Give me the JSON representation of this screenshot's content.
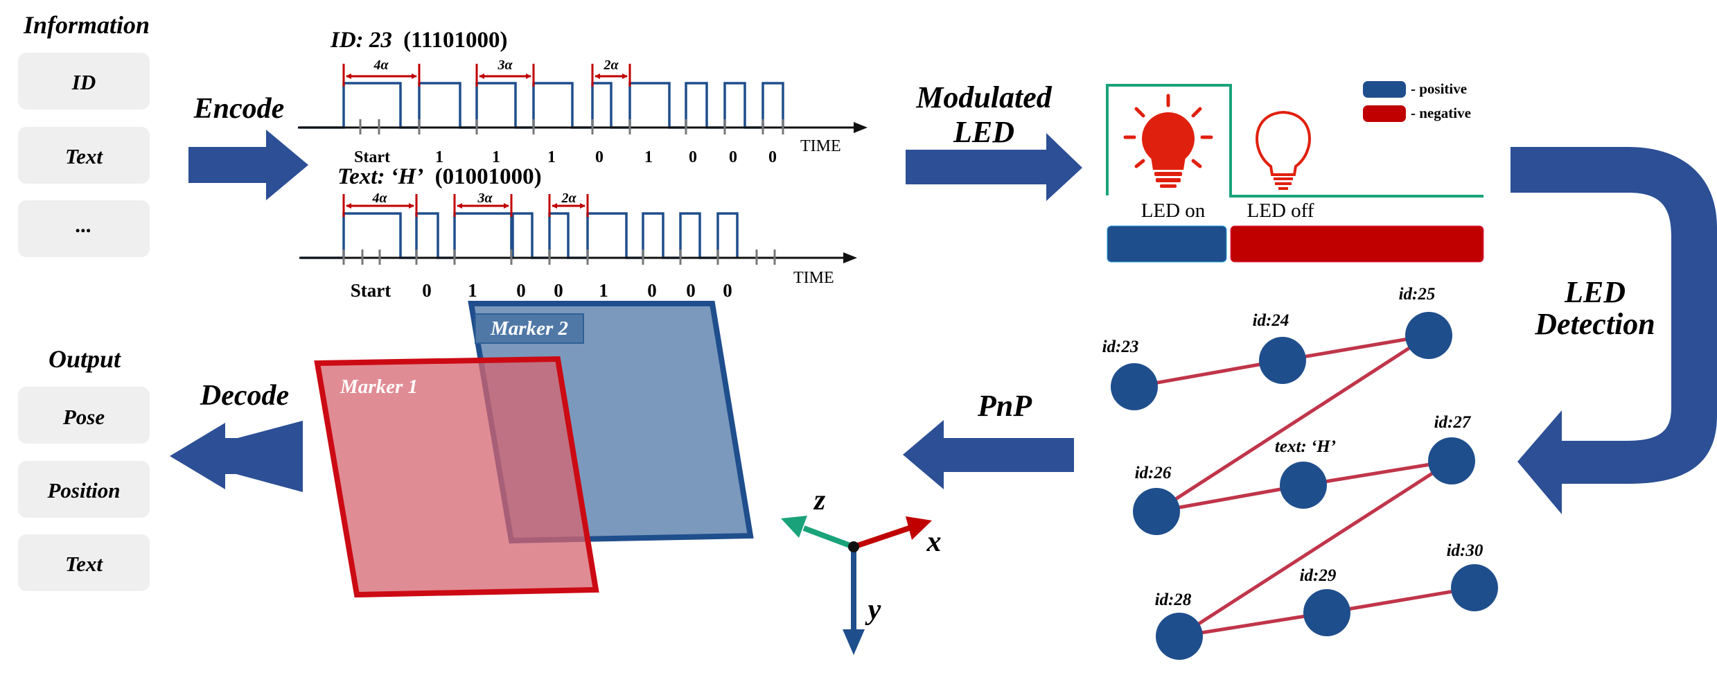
{
  "info": {
    "title": "Information",
    "items": [
      "ID",
      "Text",
      "..."
    ]
  },
  "output": {
    "title": "Output",
    "items": [
      "Pose",
      "Position",
      "Text"
    ]
  },
  "arrows": {
    "encode": "Encode",
    "modulated_line1": "Modulated",
    "modulated_line2": "LED",
    "detection_line1": "LED",
    "detection_line2": "Detection",
    "pnp": "PnP",
    "decode": "Decode"
  },
  "signal_id": {
    "title_prefix": "ID: 23",
    "title_bits": "(11101000)",
    "bits": [
      "Start",
      "1",
      "1",
      "1",
      "0",
      "1",
      "0",
      "0",
      "0"
    ],
    "annotations": [
      "4α",
      "3α",
      "2α"
    ],
    "time_label": "TIME"
  },
  "signal_text": {
    "title_prefix": "Text: ‘H’",
    "title_bits": "(01001000)",
    "bits": [
      "Start",
      "0",
      "1",
      "0",
      "0",
      "1",
      "0",
      "0",
      "0"
    ],
    "annotations": [
      "4α",
      "3α",
      "2α"
    ],
    "time_label": "TIME"
  },
  "led": {
    "on_label": "LED on",
    "off_label": "LED off",
    "legend_positive": "- positive",
    "legend_negative": "- negative",
    "colors": {
      "positive": "#1f4e8c",
      "negative": "#c00000",
      "signal": "#1aa37a",
      "bulb_on": "#e0200e"
    }
  },
  "markers": {
    "marker1": "Marker 1",
    "marker2": "Marker 2"
  },
  "axes": {
    "x": "x",
    "y": "y",
    "z": "z"
  },
  "nodes": [
    "id:23",
    "id:24",
    "id:25",
    "id:26",
    "text: ‘H’",
    "id:27",
    "id:28",
    "id:29",
    "id:30"
  ]
}
